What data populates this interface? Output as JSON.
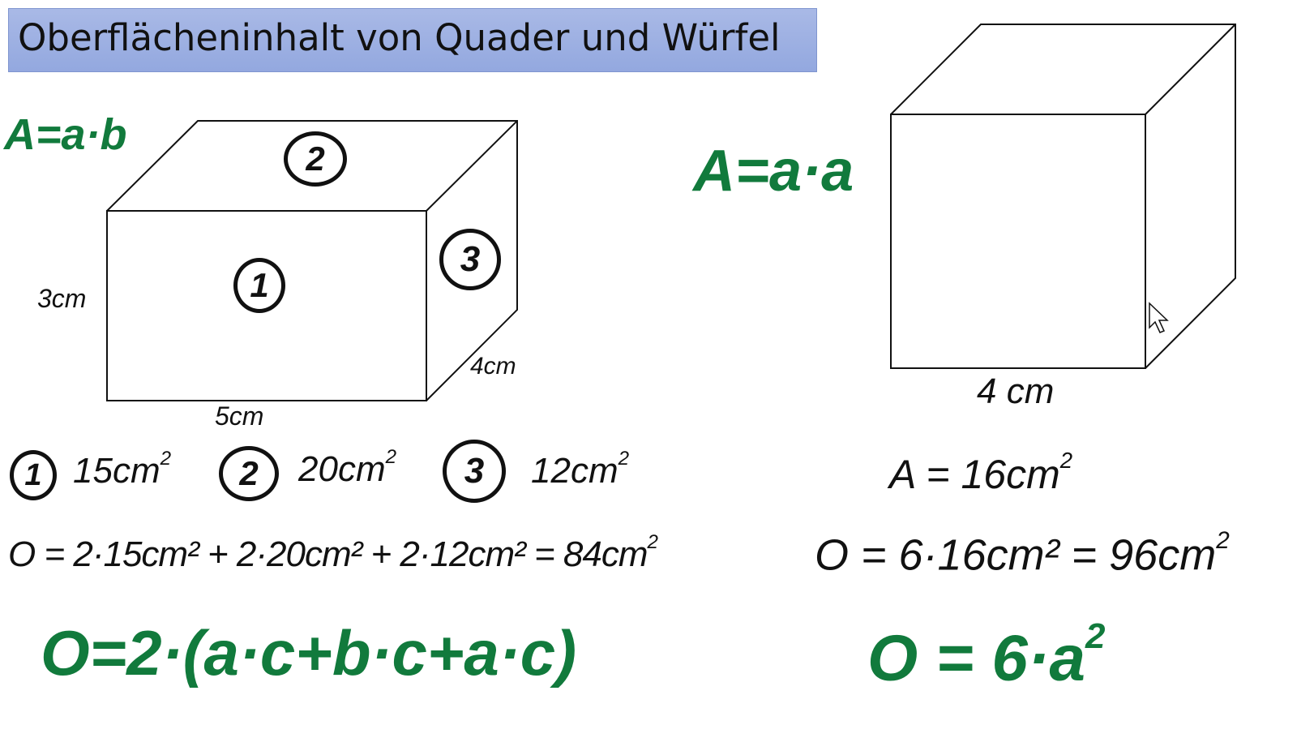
{
  "title": "Oberflächeninhalt von Quader und Würfel",
  "cuboid": {
    "formula_area": "A=a·b",
    "height_label": "3cm",
    "width_label": "5cm",
    "depth_label": "4cm",
    "faces": [
      "1",
      "2",
      "3"
    ],
    "face_areas": [
      {
        "num": "1",
        "value": "15cm",
        "exp": "2"
      },
      {
        "num": "2",
        "value": "20cm",
        "exp": "2"
      },
      {
        "num": "3",
        "value": "12cm",
        "exp": "2"
      }
    ],
    "surface_calc": {
      "text": "O = 2·15cm² + 2·20cm² + 2·12cm² = 84cm",
      "exp": "2"
    },
    "surface_formula": "O=2·(a·c+b·c+a·c)"
  },
  "cube": {
    "formula_area": "A=a·a",
    "side_label": "4 cm",
    "area": {
      "text": "A = 16cm",
      "exp": "2"
    },
    "surface_calc": {
      "text": "O = 6·16cm² = 96cm",
      "exp": "2"
    },
    "surface_formula": {
      "text": "O = 6·a",
      "exp": "2"
    }
  },
  "colors": {
    "green": "#117a3c",
    "title_bg": "#a0b3e3"
  }
}
